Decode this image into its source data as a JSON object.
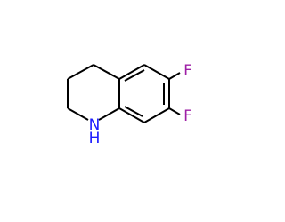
{
  "molecule": {
    "atoms": {
      "nitrogen": {
        "label": "N",
        "color": "#1c1cff"
      },
      "hydrogen": {
        "label": "H",
        "color": "#1c1cff"
      },
      "fluorine_top": {
        "label": "F",
        "color": "#9e1fa6"
      },
      "fluorine_bottom": {
        "label": "F",
        "color": "#9e1fa6"
      }
    },
    "bond_color": "#000000"
  }
}
